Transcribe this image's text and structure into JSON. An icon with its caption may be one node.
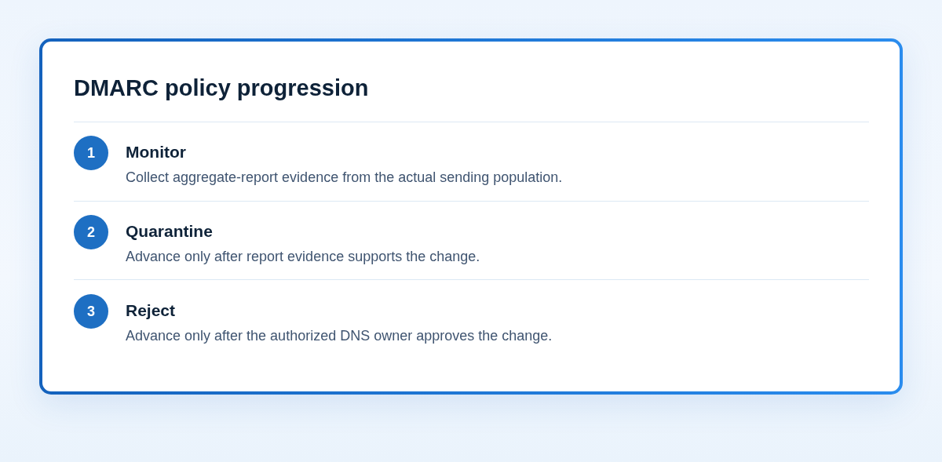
{
  "diagram": {
    "nodes": [
      {
        "text": [
          "DMARC policy progression"
        ]
      },
      {
        "text": [
          "1"
        ],
        "in": 0,
        "beside": [
          "Monitor",
          "Collect aggregate-report evidence from the actual sending population."
        ]
      },
      {
        "text": [
          "2"
        ],
        "in": 0,
        "beside": [
          "Quarantine",
          "Advance only after report evidence supports the change."
        ]
      },
      {
        "text": [
          "3"
        ],
        "in": 0,
        "beside": [
          "Reject",
          "Advance only after the authorized DNS owner approves the change."
        ]
      }
    ],
    "edges": []
  }
}
